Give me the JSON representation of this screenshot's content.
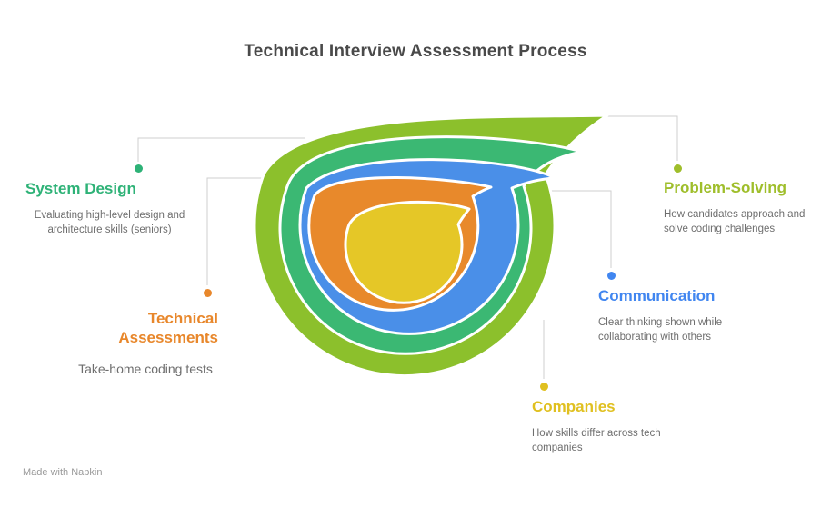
{
  "title": "Technical Interview Assessment Process",
  "caption": "Made with Napkin",
  "palette": {
    "outer_ring": "#8cc02c",
    "second_ring": "#3bb873",
    "third_ring": "#4a8fe8",
    "fourth_ring": "#e8892b",
    "inner_core": "#e5c727",
    "title_text": "#4a4a4a",
    "description_text": "#6e6e6e"
  },
  "categories": [
    {
      "id": "system-design",
      "label": "System Design",
      "description": "Evaluating high-level design and architecture skills (seniors)",
      "color": "#2eb277"
    },
    {
      "id": "technical-assessments",
      "label": "Technical Assessments",
      "description": "Take-home coding tests",
      "color": "#e8872b"
    },
    {
      "id": "problem-solving",
      "label": "Problem-Solving",
      "description": "How candidates approach and solve coding challenges",
      "color": "#9fbe2b"
    },
    {
      "id": "communication",
      "label": "Communication",
      "description": "Clear thinking shown while collaborating with others",
      "color": "#4186f0"
    },
    {
      "id": "companies",
      "label": "Companies",
      "description": "How skills differ across tech companies",
      "color": "#e0c020"
    }
  ]
}
